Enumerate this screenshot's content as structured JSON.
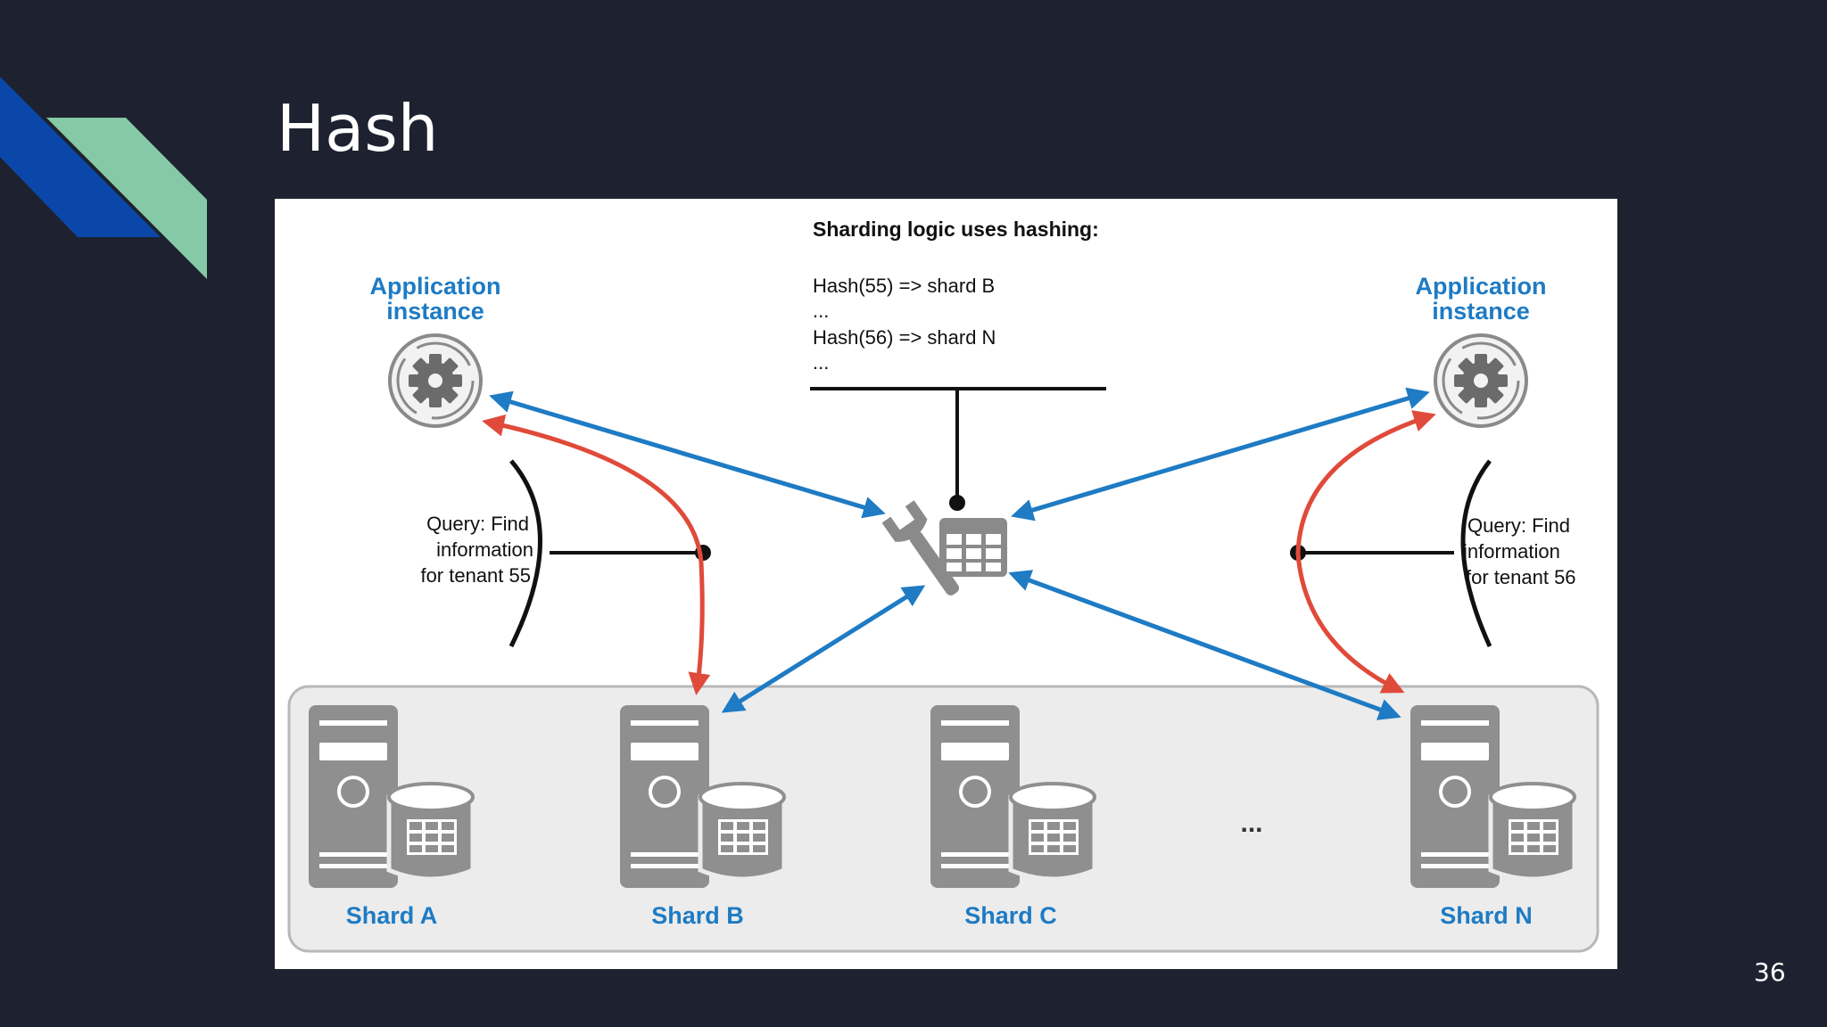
{
  "slide": {
    "title": "Hash",
    "page_number": "36"
  },
  "colors": {
    "background": "#1e2230",
    "deco_blue": "#0b47a8",
    "deco_green": "#86c9a6",
    "accent_blue": "#1e7bc4",
    "accent_red": "#e04a3a"
  },
  "diagram": {
    "heading": "Sharding logic uses hashing:",
    "hash_lines": [
      "Hash(55) => shard B",
      "...",
      "Hash(56) => shard N",
      "..."
    ],
    "app_left": {
      "line1": "Application",
      "line2": "instance"
    },
    "app_right": {
      "line1": "Application",
      "line2": "instance"
    },
    "query_left": [
      "Query: Find",
      "information",
      "for tenant 55"
    ],
    "query_right": [
      "Query: Find",
      "information",
      "for tenant 56"
    ],
    "shards": [
      "Shard A",
      "Shard B",
      "Shard C",
      "Shard N"
    ],
    "ellipsis": "...",
    "icons": [
      "gear-icon",
      "wrench-icon",
      "table-icon",
      "server-icon",
      "database-icon"
    ]
  }
}
